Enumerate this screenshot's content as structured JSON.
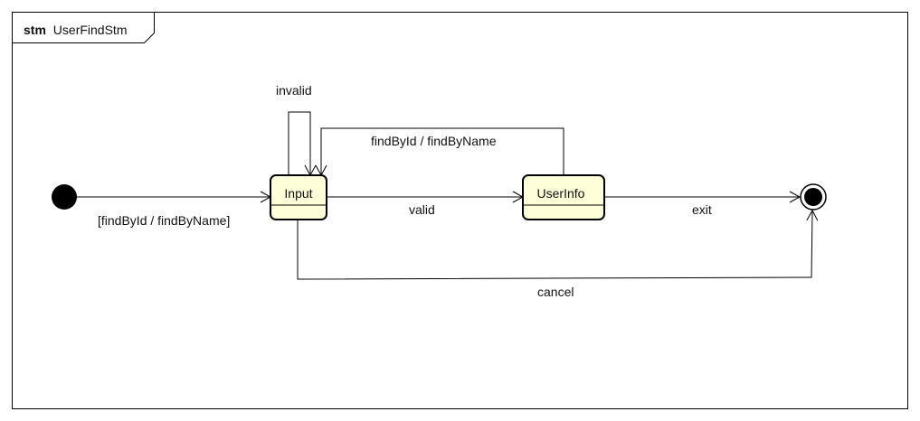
{
  "frame": {
    "kind": "stm",
    "name": "UserFindStm"
  },
  "states": [
    {
      "id": "input",
      "name": "Input"
    },
    {
      "id": "userinfo",
      "name": "UserInfo"
    }
  ],
  "transitions": {
    "initial_to_input": "[findById / findByName]",
    "input_self": "invalid",
    "input_to_userinfo": "valid",
    "userinfo_to_input": "findById / findByName",
    "userinfo_to_final": "exit",
    "input_to_final": "cancel"
  },
  "colors": {
    "state_fill": "#fefed8",
    "line": "#000000"
  }
}
